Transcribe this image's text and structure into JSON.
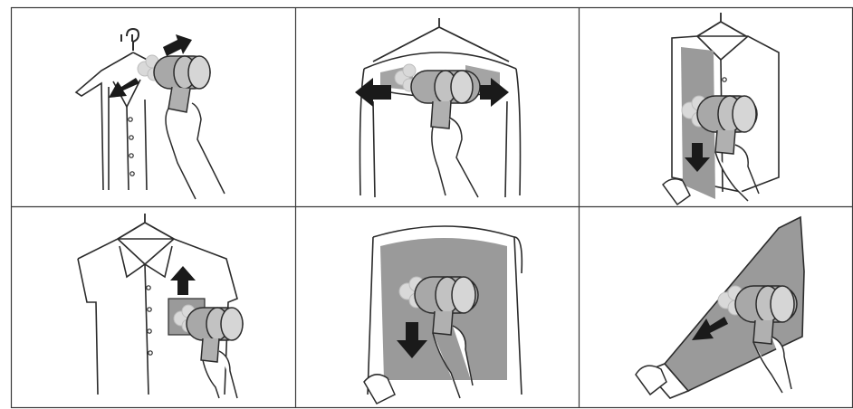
{
  "figure": {
    "panel_count": 6,
    "colors": {
      "frame": "#3a3a3a",
      "line": "#2b2b2b",
      "shaded_fabric": "#9a9a9a",
      "steamer_fill": "#a8a8a8",
      "steamer_highlight": "#d6d6d6",
      "arrow": "#1a1a1a",
      "steam": "#d9d9d9",
      "background": "#ffffff"
    },
    "panels": [
      {
        "id": "panel-1",
        "icon": "steamer-collar-icon",
        "arrows": [
          "up-right-arrow-icon",
          "down-left-arrow-icon"
        ]
      },
      {
        "id": "panel-2",
        "icon": "steamer-shoulders-icon",
        "arrows": [
          "left-arrow-icon",
          "right-arrow-icon"
        ]
      },
      {
        "id": "panel-3",
        "icon": "steamer-front-placket-icon",
        "arrows": [
          "down-arrow-icon"
        ]
      },
      {
        "id": "panel-4",
        "icon": "steamer-pocket-icon",
        "arrows": [
          "up-arrow-icon"
        ]
      },
      {
        "id": "panel-5",
        "icon": "steamer-back-panel-icon",
        "arrows": [
          "down-arrow-icon"
        ]
      },
      {
        "id": "panel-6",
        "icon": "steamer-sleeve-icon",
        "arrows": [
          "down-left-arrow-icon"
        ]
      }
    ]
  }
}
